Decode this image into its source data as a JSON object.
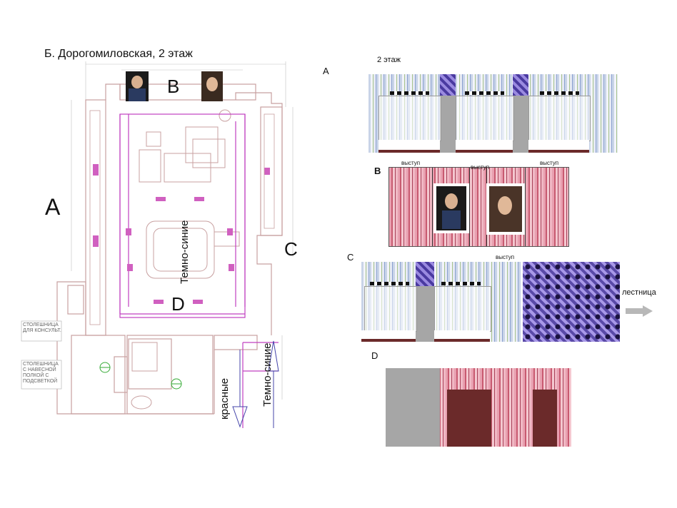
{
  "title": "Б. Дорогомиловская, 2 этаж",
  "plan_labels": {
    "a": "A",
    "b": "B",
    "c": "C",
    "d": "D",
    "dark_blue_center": "Темно-синие",
    "dark_blue_right": "Темно-синие",
    "red": "красные"
  },
  "plan_notes": {
    "cashier": "СТОЛЕШНИЦА ДЛЯ КОНСУЛЬТ.",
    "shelf": "СТОЛЕШНИЦА С НАВЕСНОЙ ПОЛКОЙ С ПОДСВЕТКОЙ"
  },
  "elevations": {
    "a": {
      "label": "A",
      "caption": "2 этаж"
    },
    "b": {
      "label": "B",
      "ledge_left": "выступ",
      "ledge_mid": "выступ",
      "ledge_right": "выступ"
    },
    "c": {
      "label": "C",
      "ledge": "выступ",
      "stairs": "лестница"
    },
    "d": {
      "label": "D"
    }
  },
  "colors": {
    "plan_line": "#c8a0a0",
    "wall_magenta": "#c040c0",
    "pink_stripe": "#d8637a",
    "blue_pattern": "#5a4aa8",
    "brown": "#6b2a2a",
    "grey": "#a6a6a6"
  },
  "icons": [
    "portrait-man-icon",
    "portrait-woman-icon",
    "arrow-right-icon",
    "arrow-down-icon",
    "arrow-up-icon"
  ]
}
